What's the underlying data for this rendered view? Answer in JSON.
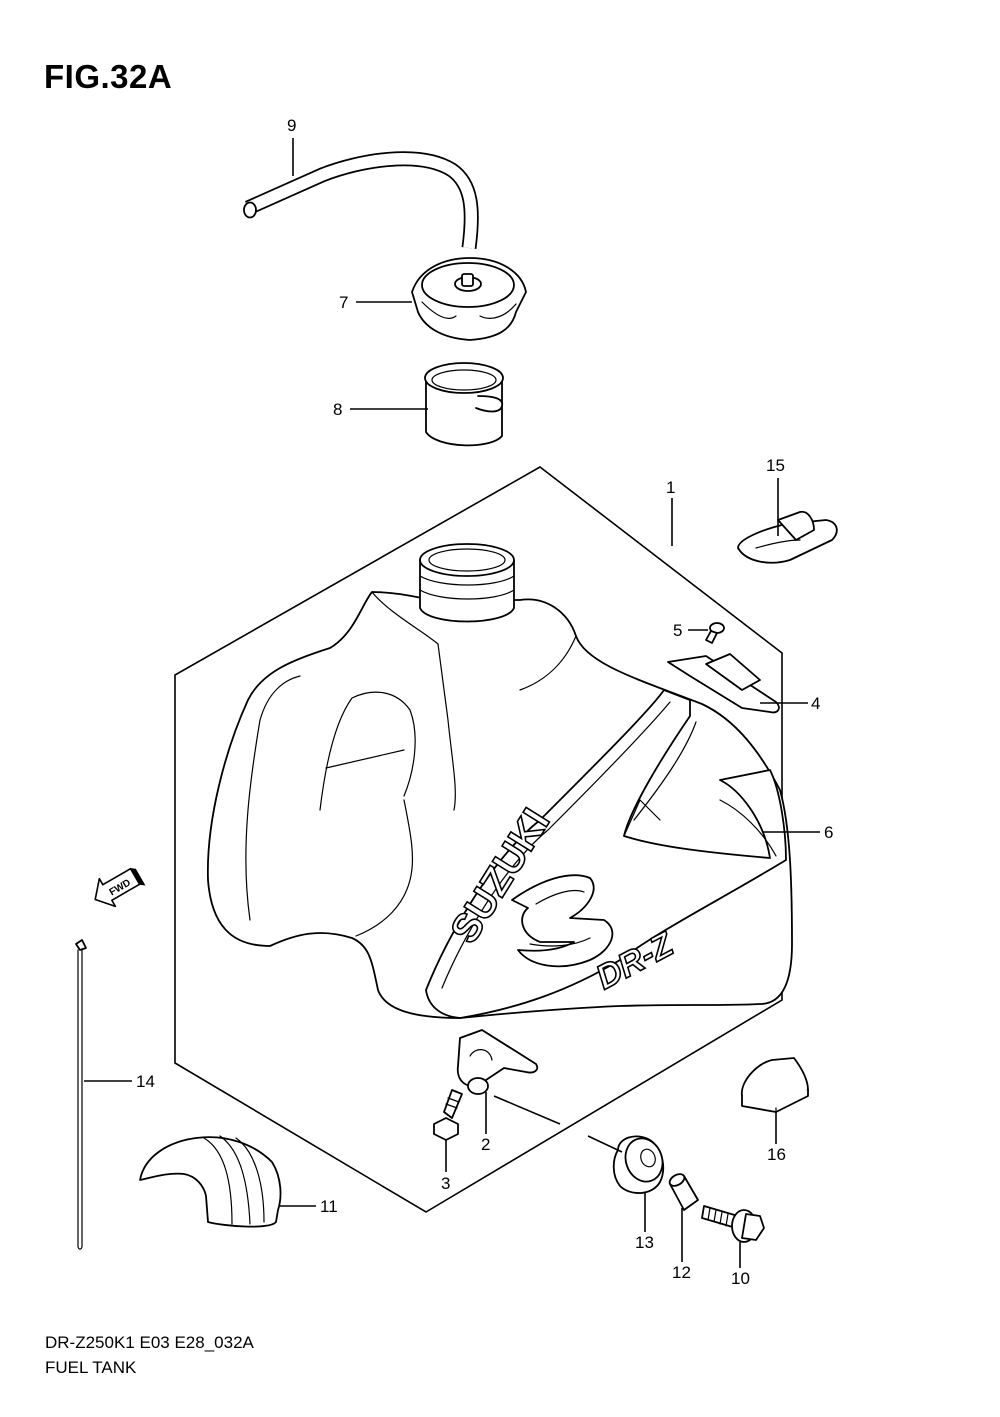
{
  "figure": {
    "title": "FIG.32A",
    "model_code": "DR-Z250K1 E03 E28_032A",
    "name": "FUEL TANK"
  },
  "direction_marker": "FWD",
  "tank_decal": {
    "brand": "SUZUKI",
    "model": "DR-Z"
  },
  "callouts": {
    "p1": "1",
    "p2": "2",
    "p3": "3",
    "p4": "4",
    "p5": "5",
    "p6": "6",
    "p7": "7",
    "p8": "8",
    "p9": "9",
    "p10": "10",
    "p11": "11",
    "p12": "12",
    "p13": "13",
    "p14": "14",
    "p15": "15",
    "p16": "16"
  },
  "icons": [
    "fuel-tank-icon",
    "fuel-cap-icon",
    "breather-hose-icon",
    "tank-cushion-icon",
    "hose-clamp-icon",
    "bolt-icon",
    "fwd-arrow-icon"
  ]
}
